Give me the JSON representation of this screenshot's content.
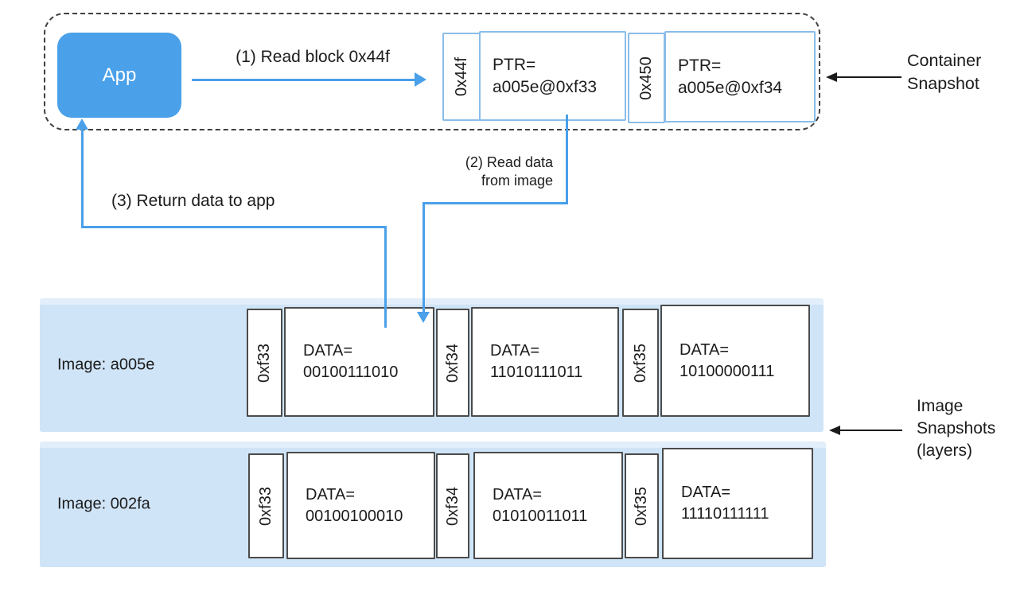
{
  "colors": {
    "accent_blue": "#4aa0e9",
    "row_background": "#cfe4f7",
    "container_box_border": "#8abde9",
    "block_border": "#4b4b4b",
    "dashed_border": "#3f3f3f",
    "text": "#1c1c1c"
  },
  "container_snapshot": {
    "app_label": "App",
    "blocks": [
      {
        "addr": "0x44f",
        "ptr_line1": "PTR=",
        "ptr_line2": "a005e@0xf33"
      },
      {
        "addr": "0x450",
        "ptr_line1": "PTR=",
        "ptr_line2": "a005e@0xf34"
      }
    ],
    "callout_line1": "Container",
    "callout_line2": "Snapshot"
  },
  "flows": {
    "step1_label": "(1) Read block 0x44f",
    "step2_line1": "(2) Read data",
    "step2_line2": "from image",
    "step3_label": "(3) Return data to app"
  },
  "image_snapshots": {
    "callout_line1": "Image",
    "callout_line2": "Snapshots",
    "callout_line3": "(layers)",
    "rows": [
      {
        "name": "Image: a005e",
        "blocks": [
          {
            "addr": "0xf33",
            "data_line1": "DATA=",
            "data_line2": "00100111010"
          },
          {
            "addr": "0xf34",
            "data_line1": "DATA=",
            "data_line2": "11010111011"
          },
          {
            "addr": "0xf35",
            "data_line1": "DATA=",
            "data_line2": "10100000111"
          }
        ]
      },
      {
        "name": "Image: 002fa",
        "blocks": [
          {
            "addr": "0xf33",
            "data_line1": "DATA=",
            "data_line2": "00100100010"
          },
          {
            "addr": "0xf34",
            "data_line1": "DATA=",
            "data_line2": "01010011011"
          },
          {
            "addr": "0xf35",
            "data_line1": "DATA=",
            "data_line2": "11110111111"
          }
        ]
      }
    ]
  }
}
